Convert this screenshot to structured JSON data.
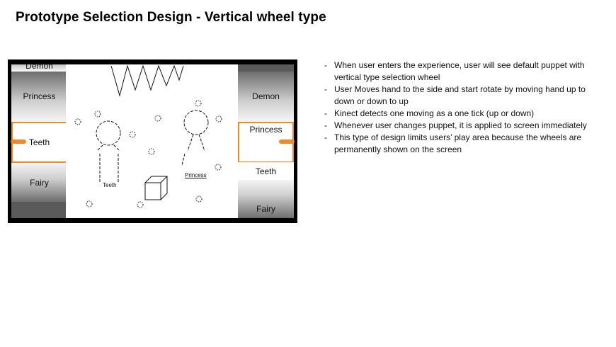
{
  "slide": {
    "title": "Prototype Selection Design - Vertical wheel type"
  },
  "left_wheel": {
    "items": [
      "Demon",
      "Princess",
      "Teeth",
      "Fairy"
    ],
    "selected": "Teeth"
  },
  "right_wheel": {
    "items": [
      "Demon",
      "Princess",
      "Teeth",
      "Fairy"
    ],
    "selected": "Princess"
  },
  "scene": {
    "puppet_left_label": "Teeth",
    "puppet_right_label": "Princess"
  },
  "notes": [
    "When user enters the experience, user will see default puppet with vertical type selection wheel",
    "User Moves hand to the side and start rotate by moving hand up to down or down to up",
    "Kinect detects one moving as a one tick (up or down)",
    "Whenever user changes puppet, it is applied to screen immediately",
    "This type of design limits users’ play area because the wheels are permanently shown on the screen"
  ],
  "colors": {
    "selection_accent": "#f08a24",
    "frame": "#000000"
  }
}
